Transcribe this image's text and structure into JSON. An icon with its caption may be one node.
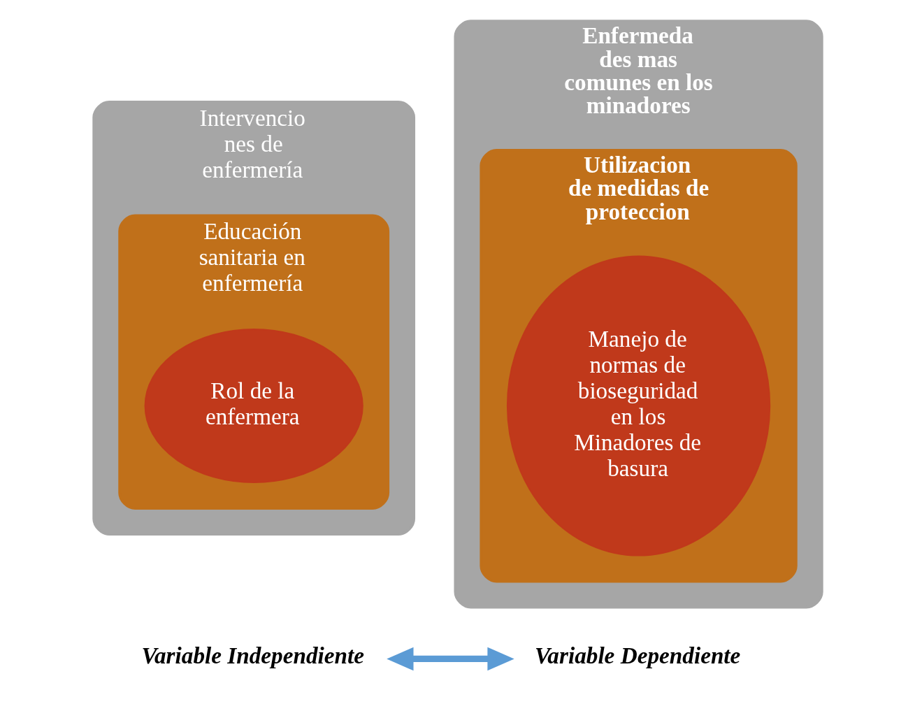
{
  "diagram": {
    "nodes": [
      {
        "text": [
          "Intervencio nes de enfermería"
        ]
      },
      {
        "text": [
          "Educación sanitaria en enfermería"
        ],
        "in": 0
      },
      {
        "text": [
          "Rol de la enfermera"
        ],
        "in": 1
      },
      {
        "text": [
          "Enfermeda des mas comunes en los minadores"
        ]
      },
      {
        "text": [
          "Utilizacion de medidas de proteccion"
        ],
        "in": 3
      },
      {
        "text": [
          "Manejo de normas de bioseguridad en los Minadores de basura"
        ],
        "in": 4
      },
      {
        "text": [
          "Variable Independiente"
        ]
      },
      {
        "text": [
          "Variable Dependiente"
        ]
      }
    ],
    "edges": [
      {
        "from": 6,
        "to": 7,
        "arrow": "both"
      }
    ]
  }
}
